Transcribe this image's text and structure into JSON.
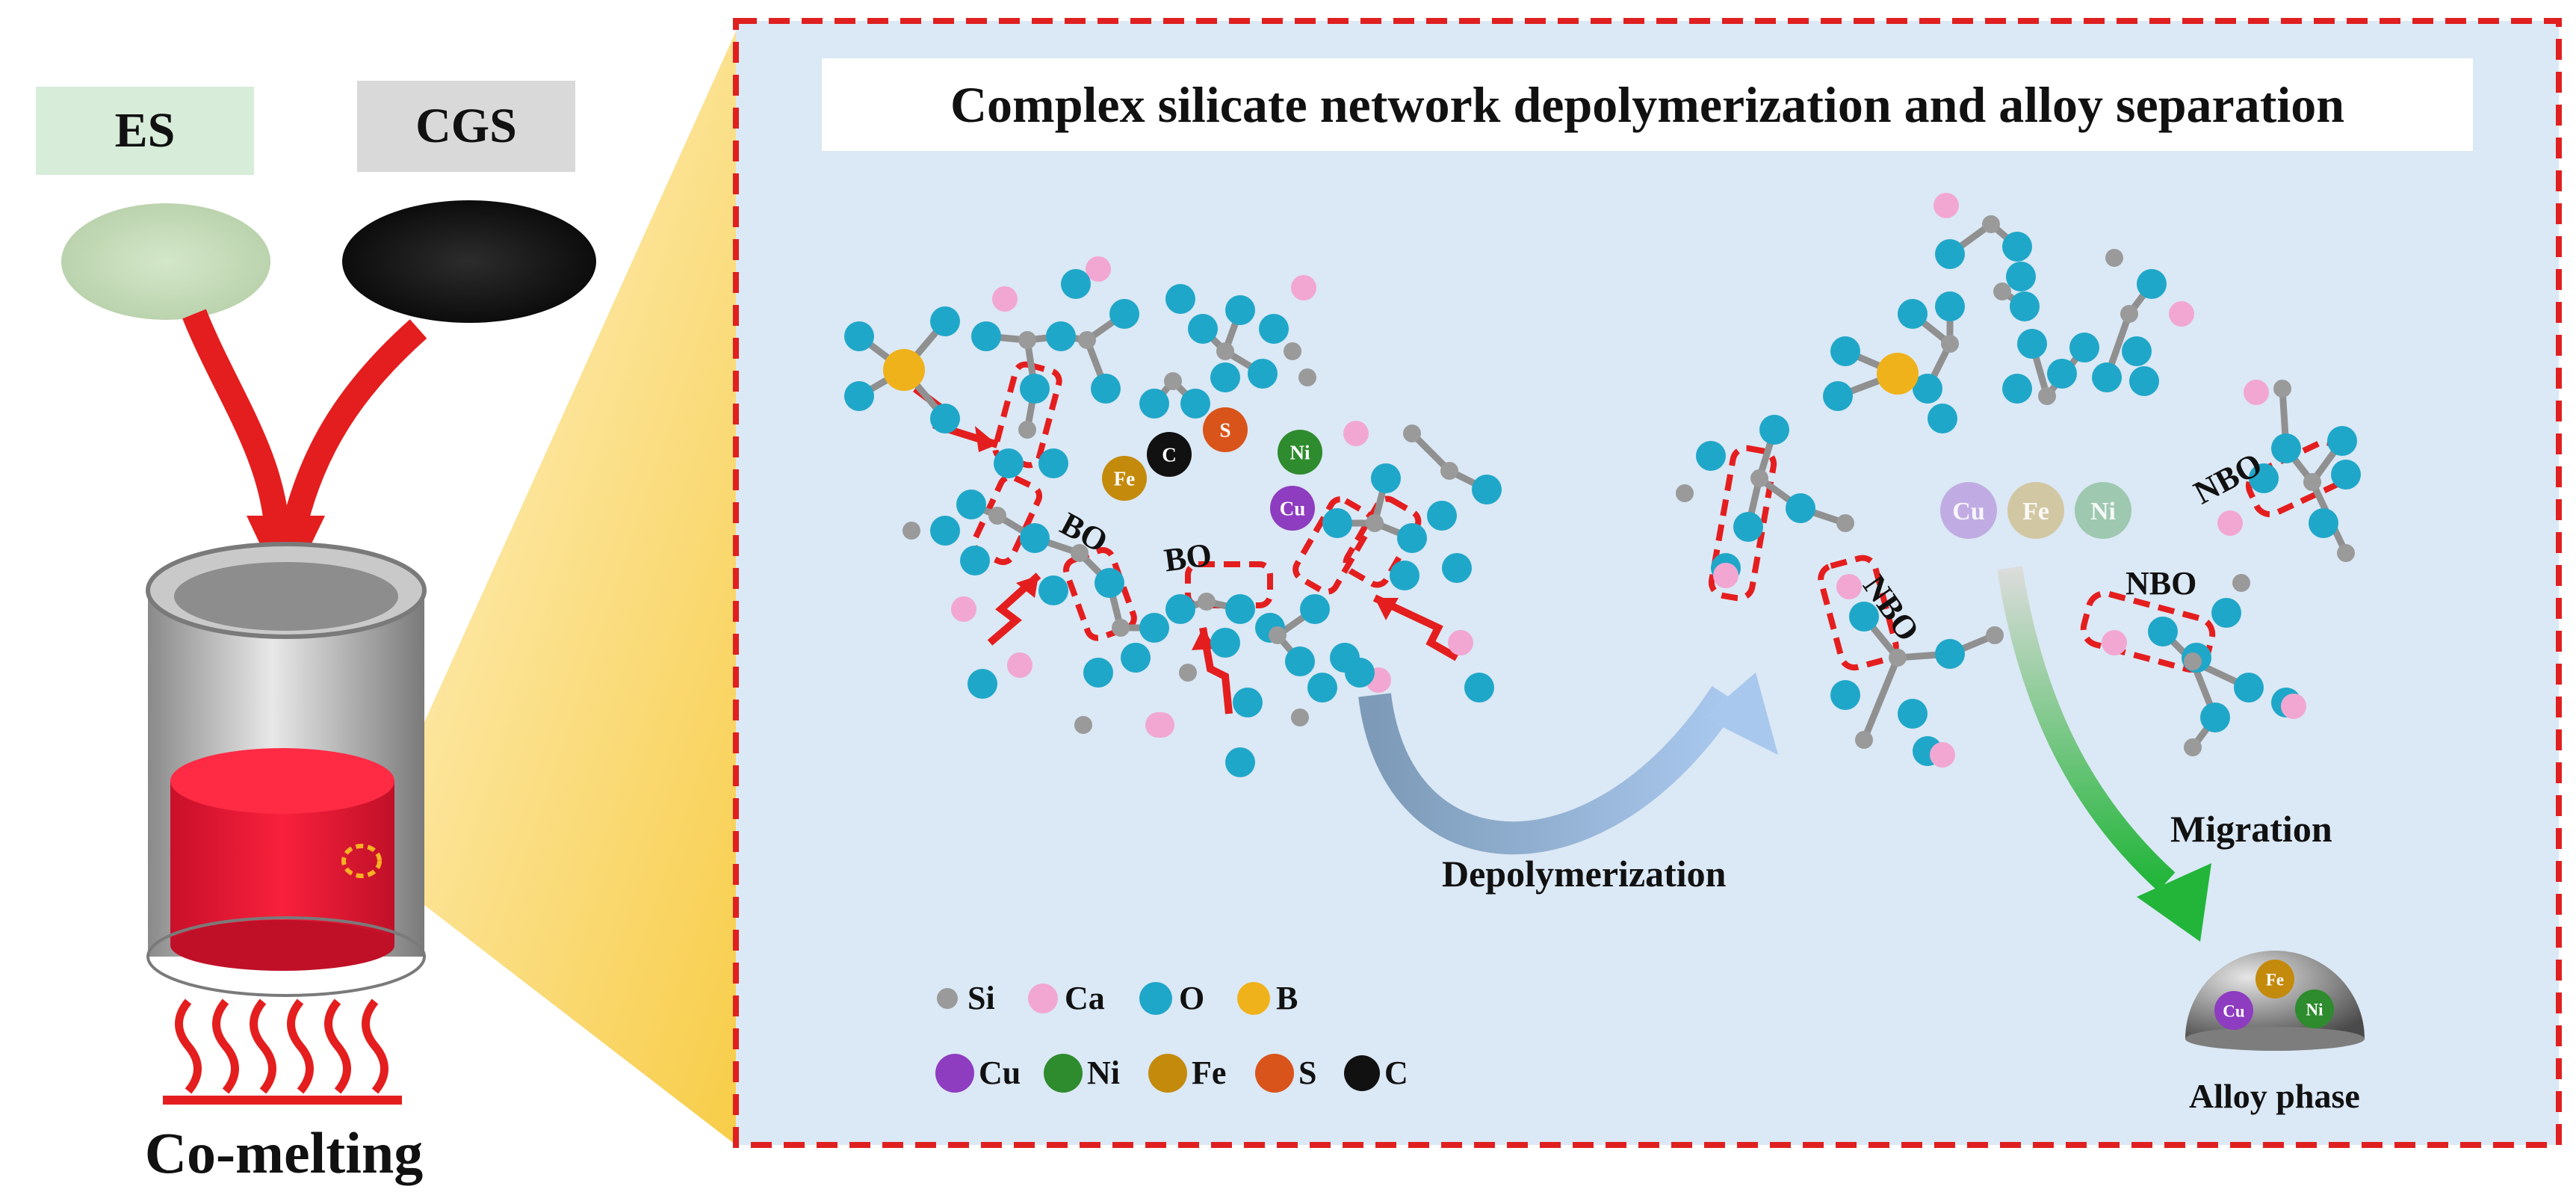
{
  "materials": {
    "es_label": "ES",
    "cgs_label": "CGS"
  },
  "process_label": "Co-melting",
  "panel": {
    "title": "Complex silicate network depolymerization and alloy separation",
    "bo_label": "BO",
    "nbo_label": "NBO",
    "depolymerization_label": "Depolymerization",
    "migration_label": "Migration",
    "alloy_phase_label": "Alloy phase",
    "free_metals": [
      "Cu",
      "Fe",
      "Ni"
    ],
    "melt_species": [
      "Fe",
      "C",
      "S",
      "Ni",
      "Cu"
    ]
  },
  "legend": [
    {
      "symbol": "Si",
      "color": "#9a9a9a"
    },
    {
      "symbol": "Ca",
      "color": "#f2a7d2"
    },
    {
      "symbol": "O",
      "color": "#1fa7c9"
    },
    {
      "symbol": "B",
      "color": "#f0b21a"
    },
    {
      "symbol": "Cu",
      "color": "#8e3cc0"
    },
    {
      "symbol": "Ni",
      "color": "#2e8b2e"
    },
    {
      "symbol": "Fe",
      "color": "#c48a0c"
    },
    {
      "symbol": "S",
      "color": "#d9541a"
    },
    {
      "symbol": "C",
      "color": "#111111"
    }
  ],
  "colors": {
    "panel_bg": "#dbe8f5",
    "dashed_border": "#e02020",
    "melt": "#f0203a",
    "arrow_red": "#e41e1e",
    "crucible": "#a9a9a9",
    "callout_yellow": "#f7c733"
  }
}
